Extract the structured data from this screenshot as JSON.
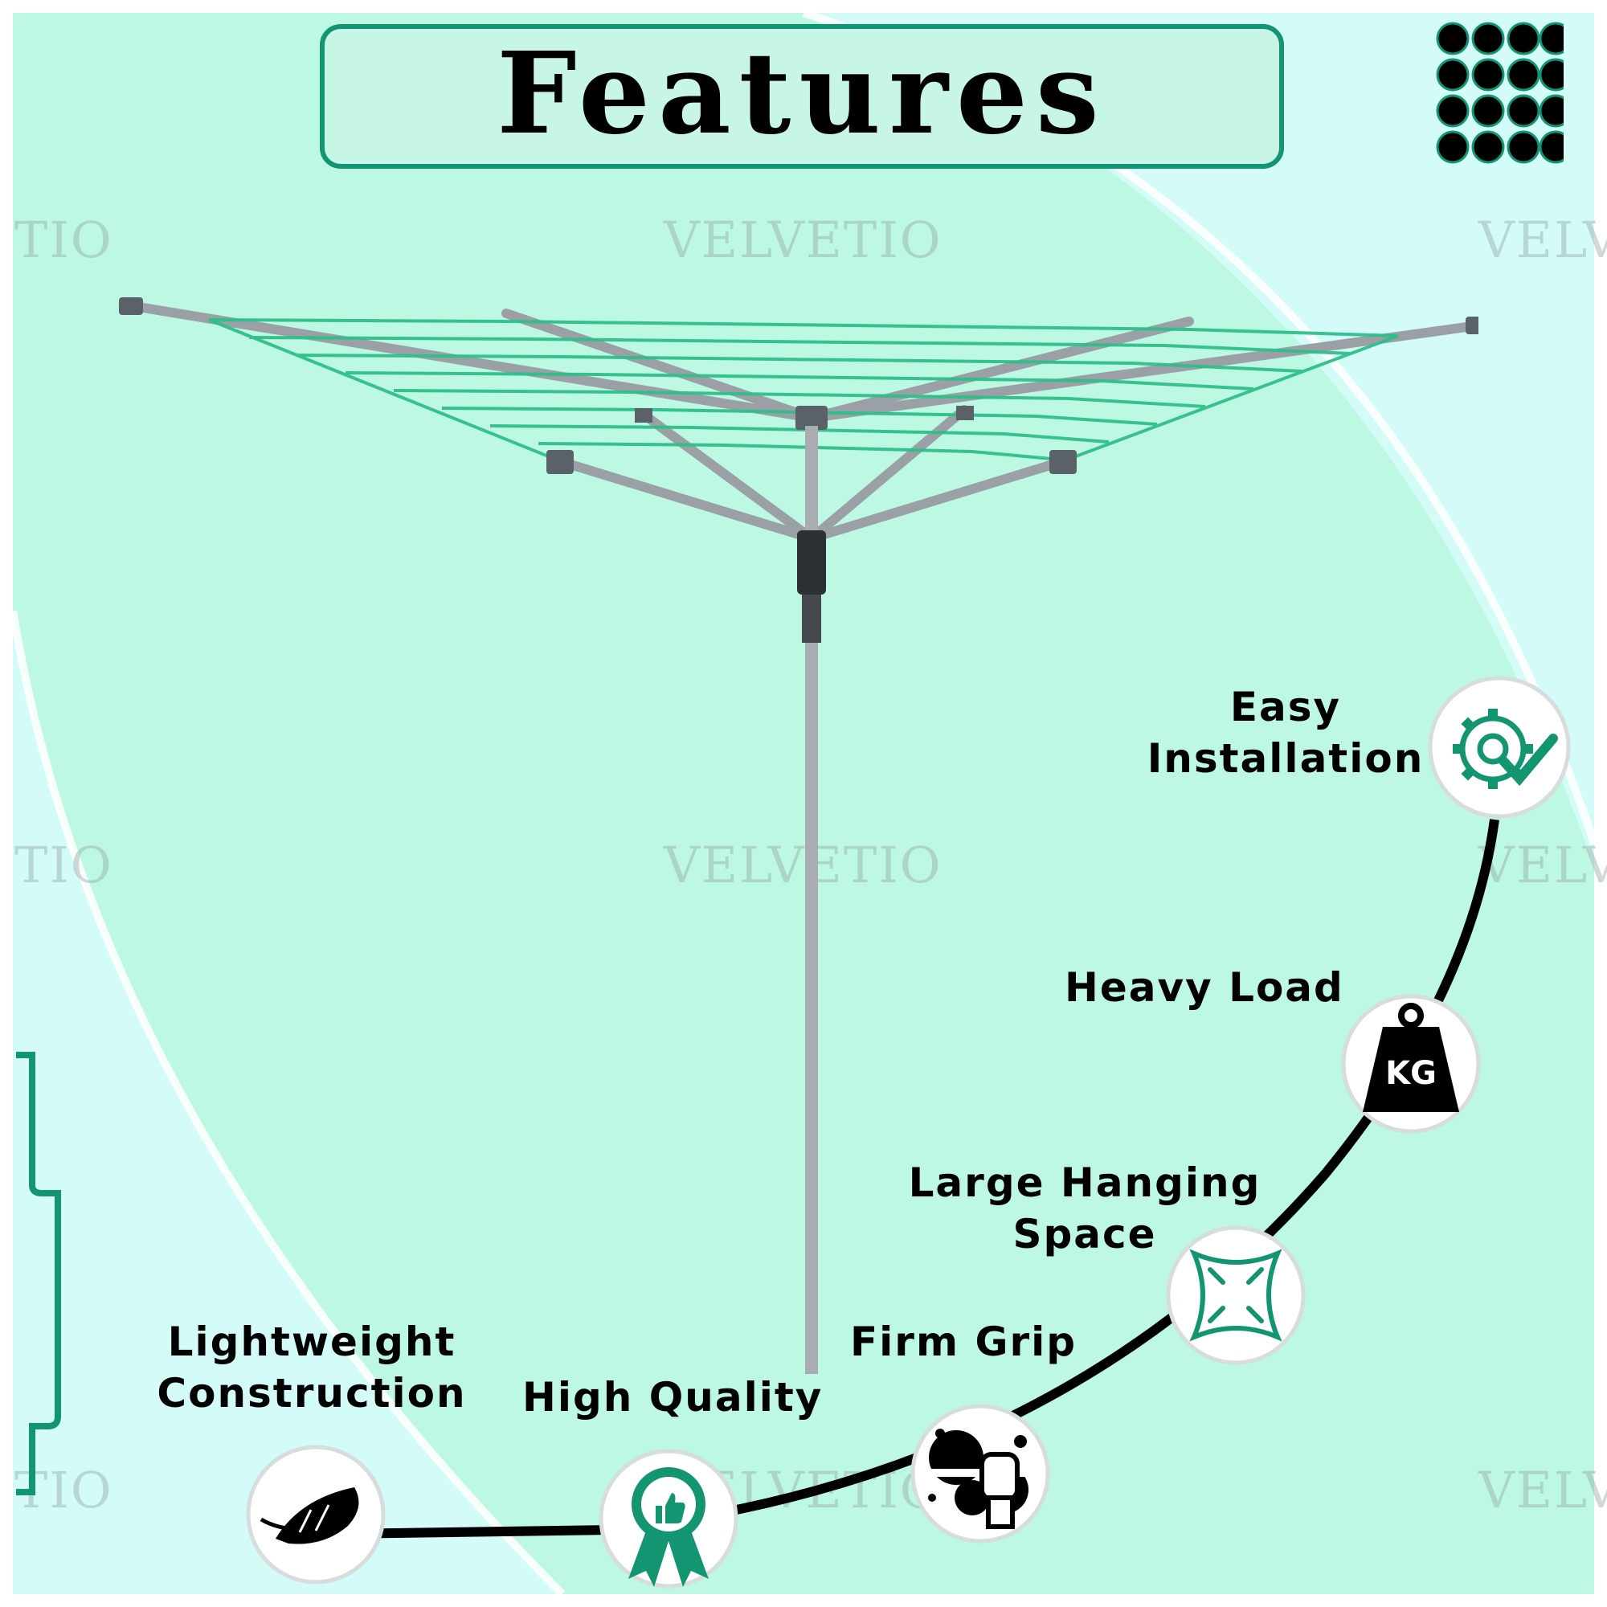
{
  "title": "Features",
  "watermark": "VELVETIO",
  "watermark_partial": "TIO",
  "watermark_partial_right": "VELV",
  "features": [
    {
      "line1": "Easy",
      "line2": "Installation",
      "icon": "gear-check-icon"
    },
    {
      "line1": "Heavy Load",
      "line2": "",
      "icon": "kg-weight-icon",
      "icon_text": "KG"
    },
    {
      "line1": "Large Hanging",
      "line2": "Space",
      "icon": "expand-frame-icon"
    },
    {
      "line1": "Firm Grip",
      "line2": "",
      "icon": "fist-grip-icon"
    },
    {
      "line1": "High Quality",
      "line2": "",
      "icon": "quality-badge-icon"
    },
    {
      "line1": "Lightweight",
      "line2": "Construction",
      "icon": "feather-icon"
    }
  ],
  "colors": {
    "accent": "#139572",
    "background_light": "#d2fbf6",
    "background_mint": "#bcf8e2",
    "clothes_line": "#2fbf8a",
    "frame": "#a9adb2"
  }
}
